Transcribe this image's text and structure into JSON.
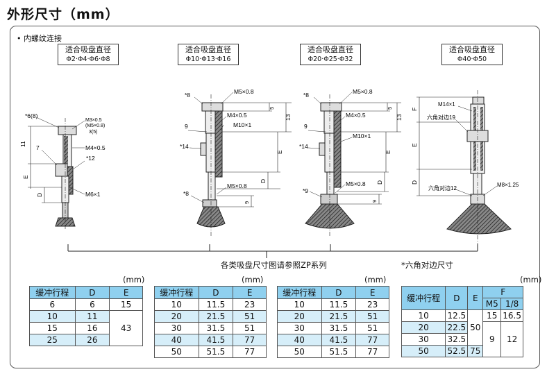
{
  "title": "外形尺寸（mm）",
  "subheading": "• 内螺纹连接",
  "cup_groups": [
    {
      "label": "适合吸盘直径",
      "diameters": "Φ2·Φ4·Φ6·Φ8"
    },
    {
      "label": "适合吸盘直径",
      "diameters": "Φ10·Φ13·Φ16"
    },
    {
      "label": "适合吸盘直径",
      "diameters": "Φ20·Φ25·Φ32"
    },
    {
      "label": "适合吸盘直径",
      "diameters": "Φ40·Φ50"
    }
  ],
  "drawing_labels": {
    "d1": {
      "hex": "*6(8)",
      "thread1": "M3×0.5",
      "thread1b": "(M5×0.8)",
      "dim3": "3(5)",
      "dim11": "11",
      "dim7": "7",
      "thread2": "M4×0.5",
      "hex2": "*12",
      "e": "E",
      "d": "D",
      "thread3": "M6×1"
    },
    "d2": {
      "hex": "*8",
      "thread1": "M5×0.8",
      "dim5": "5",
      "dim13": "13",
      "thread2": "M4×0.5",
      "dim9": "9",
      "thread3": "M10×1",
      "hex2": "*14",
      "e": "E",
      "d": "D",
      "hex3": "*8",
      "thread4": "M5×0.8",
      "dim9b": "9"
    },
    "d3": {
      "hex": "*8",
      "thread1": "M5×0.8",
      "dim5": "5",
      "dim13": "13",
      "thread2": "M4×0.5",
      "dim9": "9",
      "thread3": "M10×1",
      "hex2": "*14",
      "e": "E",
      "d": "D",
      "hex3": "*9",
      "thread4": "M5×0.8",
      "dim9b": "9"
    },
    "d4": {
      "f": "F",
      "thread1": "M14×1",
      "hex1": "六角对边19",
      "e": "E",
      "d": "D",
      "hex2": "六角对边12",
      "thread2": "M8×1.25"
    }
  },
  "reference_note": "各类吸盘尺寸图请参照ZP系列",
  "hex_note": "*六角对边尺寸",
  "unit_label": "(mm)",
  "table1": {
    "headers": [
      "缓冲行程",
      "D",
      "E"
    ],
    "rows": [
      [
        "6",
        "6",
        "15"
      ],
      [
        "10",
        "11",
        ""
      ],
      [
        "15",
        "16",
        "43"
      ],
      [
        "25",
        "26",
        ""
      ]
    ]
  },
  "table2": {
    "headers": [
      "缓冲行程",
      "D",
      "E"
    ],
    "rows": [
      [
        "10",
        "11.5",
        "23"
      ],
      [
        "20",
        "21.5",
        "51"
      ],
      [
        "30",
        "31.5",
        "51"
      ],
      [
        "40",
        "41.5",
        "77"
      ],
      [
        "50",
        "51.5",
        "77"
      ]
    ]
  },
  "table3": {
    "headers": [
      "缓冲行程",
      "D",
      "E"
    ],
    "rows": [
      [
        "10",
        "11.5",
        "23"
      ],
      [
        "20",
        "21.5",
        "51"
      ],
      [
        "30",
        "31.5",
        "51"
      ],
      [
        "40",
        "41.5",
        "77"
      ],
      [
        "50",
        "51.5",
        "77"
      ]
    ]
  },
  "table4": {
    "headers": [
      "缓冲行程",
      "D",
      "E",
      "F"
    ],
    "subheaders": [
      "M5",
      "1/8"
    ],
    "rows": [
      [
        "10",
        "12.5",
        "",
        "15",
        "16.5"
      ],
      [
        "20",
        "22.5",
        "50",
        "",
        ""
      ],
      [
        "30",
        "32.5",
        "",
        "9",
        "12"
      ],
      [
        "50",
        "52.5",
        "75",
        "",
        ""
      ]
    ]
  },
  "colors": {
    "header": "#8fd0ef",
    "alt_row": "#d6eef9",
    "hatch": "#444444"
  }
}
